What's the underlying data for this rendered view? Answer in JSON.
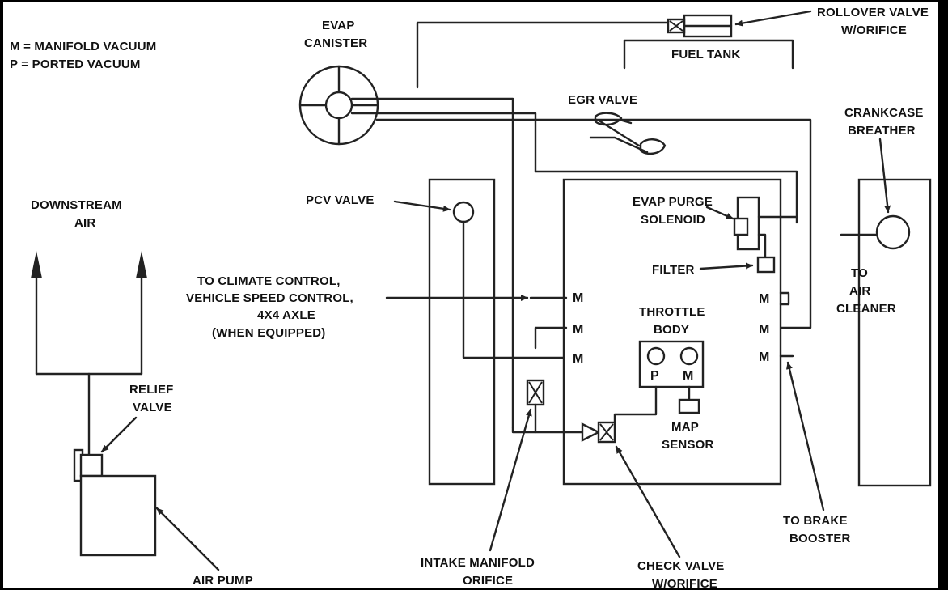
{
  "legend": {
    "m_line": "M = MANIFOLD VACUUM",
    "p_line": "P = PORTED VACUUM"
  },
  "labels": {
    "evap_canister": [
      "EVAP",
      "CANISTER"
    ],
    "rollover_valve": [
      "ROLLOVER VALVE",
      "W/ORIFICE"
    ],
    "fuel_tank": "FUEL TANK",
    "egr_valve": "EGR VALVE",
    "crankcase_breather": [
      "CRANKCASE",
      "BREATHER"
    ],
    "pcv_valve": "PCV VALVE",
    "evap_purge_solenoid": [
      "EVAP PURGE",
      "SOLENOID"
    ],
    "filter": "FILTER",
    "to_air_cleaner": [
      "TO",
      "AIR",
      "CLEANER"
    ],
    "downstream_air": [
      "DOWNSTREAM",
      "AIR"
    ],
    "climate_control": [
      "TO CLIMATE CONTROL,",
      "VEHICLE SPEED CONTROL,",
      "4X4 AXLE",
      "(WHEN EQUIPPED)"
    ],
    "throttle_body": [
      "THROTTLE",
      "BODY"
    ],
    "throttle_p": "P",
    "throttle_m": "M",
    "map_sensor": [
      "MAP",
      "SENSOR"
    ],
    "relief_valve": [
      "RELIEF",
      "VALVE"
    ],
    "intake_manifold_orifice": [
      "INTAKE MANIFOLD",
      "ORIFICE"
    ],
    "check_valve": [
      "CHECK VALVE",
      "W/ORIFICE"
    ],
    "to_brake_booster": [
      "TO BRAKE",
      "BOOSTER"
    ],
    "air_pump": "AIR PUMP",
    "port_left": [
      "M",
      "M",
      "M"
    ],
    "port_right": [
      "M",
      "M",
      "M"
    ]
  }
}
